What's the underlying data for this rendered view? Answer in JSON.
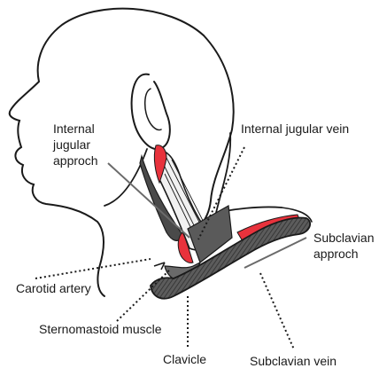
{
  "labels": {
    "internal_jugular_approach": [
      "Internal",
      "jugular",
      "approch"
    ],
    "internal_jugular_vein": "Internal jugular vein",
    "subclavian_approach": [
      "Subclavian",
      "approch"
    ],
    "carotid_artery": "Carotid artery",
    "sternomastoid_muscle": "Sternomastoid muscle",
    "clavicle": "Clavicle",
    "subclavian_vein": "Subclavian vein"
  },
  "colors": {
    "outline": "#1a1a1a",
    "vessel_red": "#e8323c",
    "muscle_gray": "#5a5a5a",
    "clavicle_fill": "#6a6a6a",
    "background": "#ffffff"
  }
}
